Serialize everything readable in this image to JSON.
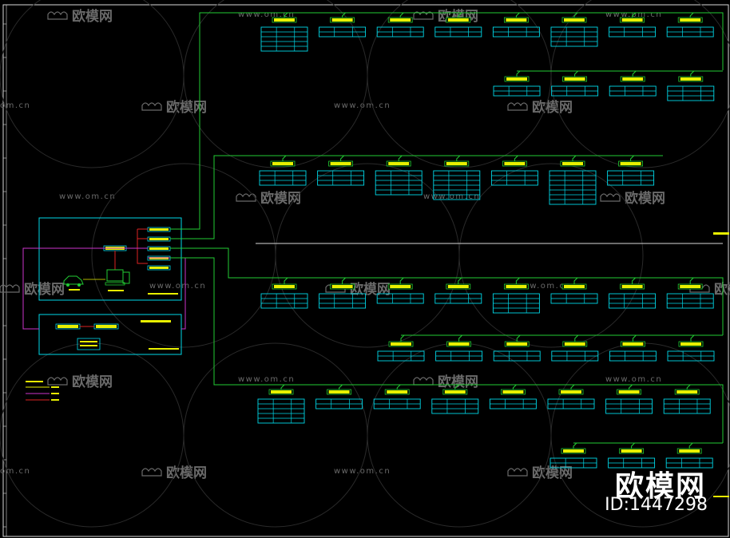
{
  "colors": {
    "background": "#000000",
    "bus_line": "#22cc33",
    "table_line": "#00d8e8",
    "label_fill": "#e8f000",
    "box_line": "#00d8e8",
    "magenta_line": "#cc33cc",
    "red_line": "#dd2222",
    "watermark": "#6a6a6a"
  },
  "watermark": {
    "brand": "欧模网",
    "domain": "www.om.cn",
    "domain_short": "om.cn"
  },
  "badge": {
    "logo": "欧模网",
    "id": "ID:1447298"
  },
  "icons": {
    "car": "car-icon",
    "workstation": "computer-icon",
    "logo": "sofa-logo-icon"
  },
  "legend": {
    "items": [
      {
        "color": "#e8f000"
      },
      {
        "color": "#cc33cc"
      },
      {
        "color": "#dd2222"
      }
    ]
  },
  "groups": [
    {
      "rows": [
        {
          "tables": [
            5,
            2,
            2,
            2,
            2,
            4,
            2,
            2
          ]
        },
        {
          "tables": [
            2,
            2,
            2,
            3
          ]
        }
      ]
    },
    {
      "rows": [
        {
          "tables": [
            3,
            3,
            5,
            6,
            3,
            7,
            3
          ]
        }
      ]
    },
    {
      "rows": [
        {
          "tables": [
            3,
            3,
            2,
            2,
            4,
            2,
            3,
            3
          ]
        },
        {
          "tables": [
            2,
            2,
            2,
            2,
            2,
            2
          ]
        }
      ]
    },
    {
      "rows": [
        {
          "tables": [
            5,
            2,
            2,
            3,
            2,
            2,
            3,
            3
          ]
        },
        {
          "tables": [
            2,
            2,
            2
          ]
        }
      ]
    }
  ]
}
